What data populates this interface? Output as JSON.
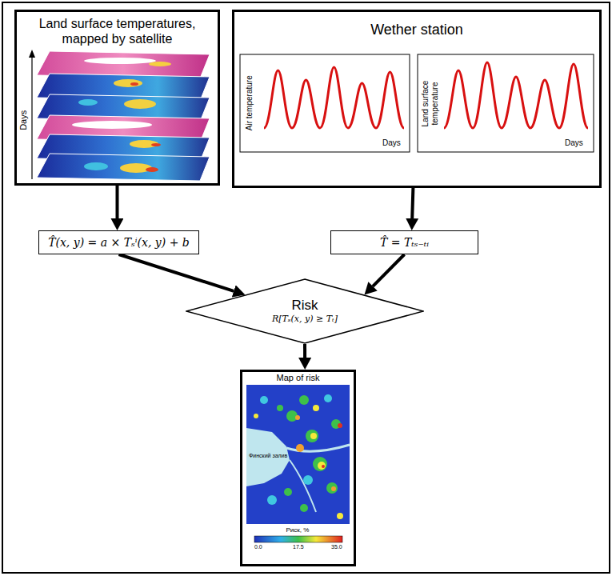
{
  "diagram": {
    "nodes": [
      {
        "text": [
          "Land surface temperatures, mapped by satellite"
        ]
      },
      {
        "text": [
          "Wether station"
        ]
      },
      {
        "text": [
          "T̂(x, y) = a × Tₛⁱ(x, y) + b"
        ]
      },
      {
        "text": [
          "T̂ = Tₜₛ₋ₜᵢ"
        ]
      },
      {
        "text": [
          "Risk",
          "R[Tₛ(x, y) ≥ Tₜ]"
        ]
      },
      {
        "text": [
          "Map of risk"
        ]
      }
    ],
    "edges": [
      {
        "from": 0,
        "to": 2,
        "arrow": "to"
      },
      {
        "from": 1,
        "to": 3,
        "arrow": "to"
      },
      {
        "from": 2,
        "to": 4,
        "arrow": "to"
      },
      {
        "from": 3,
        "to": 4,
        "arrow": "to"
      },
      {
        "from": 4,
        "to": 5,
        "arrow": "to"
      }
    ],
    "labels": [
      "Days",
      "Air temperature",
      "Days",
      "Land surface temperature",
      "Days",
      "Финский залив",
      "Риск, %",
      "0.0",
      "17.5",
      "35.0"
    ]
  }
}
